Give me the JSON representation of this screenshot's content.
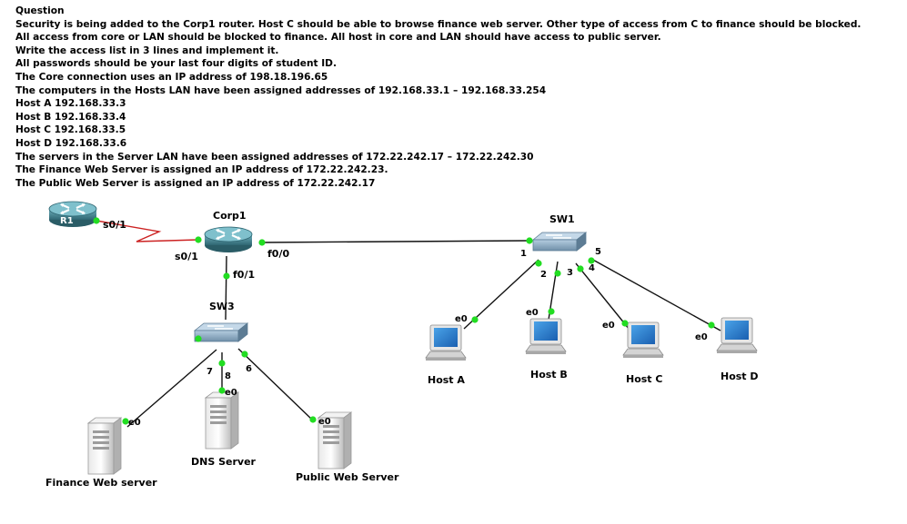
{
  "question": {
    "lines": [
      "Question",
      "Security is being added to the Corp1 router. Host C should be able to browse finance web server. Other type of access from C to finance should be blocked.",
      "All access from core or LAN should be blocked to finance. All host in core and LAN should have access to public server.",
      "Write the access list in 3 lines and implement it.",
      "All passwords should be your last four digits of student ID.",
      "The Core connection uses an IP address of 198.18.196.65",
      "The computers in the Hosts LAN have been assigned addresses of 192.168.33.1 – 192.168.33.254",
      "Host A 192.168.33.3",
      "Host B 192.168.33.4",
      "Host C 192.168.33.5",
      "Host D 192.168.33.6",
      "The servers in the Server LAN have been assigned addresses of 172.22.242.17 – 172.22.242.30",
      "The Finance Web Server is assigned an IP address of 172.22.242.23.",
      "The Public Web Server is assigned an IP address of 172.22.242.17"
    ]
  },
  "devices": {
    "r1": "R1",
    "corp1": "Corp1",
    "sw1": "SW1",
    "sw3": "SW3",
    "host_a": "Host A",
    "host_b": "Host B",
    "host_c": "Host C",
    "host_d": "Host D",
    "finance": "Finance Web server",
    "dns": "DNS Server",
    "public": "Public Web Server"
  },
  "ports": {
    "r1_s01": "s0/1",
    "corp_s01": "s0/1",
    "corp_f00": "f0/0",
    "corp_f01": "f0/1",
    "sw1_1": "1",
    "sw1_2": "2",
    "sw1_3": "3",
    "sw1_4": "4",
    "sw1_5": "5",
    "sw3_7": "7",
    "sw3_8": "8",
    "sw3_6": "6",
    "e0": "e0"
  },
  "colors": {
    "link": "#111111",
    "serial_link": "#cc2222",
    "port_dot": "#22dd22",
    "router": "#3d7a86",
    "switch": "#7c9cb4"
  }
}
